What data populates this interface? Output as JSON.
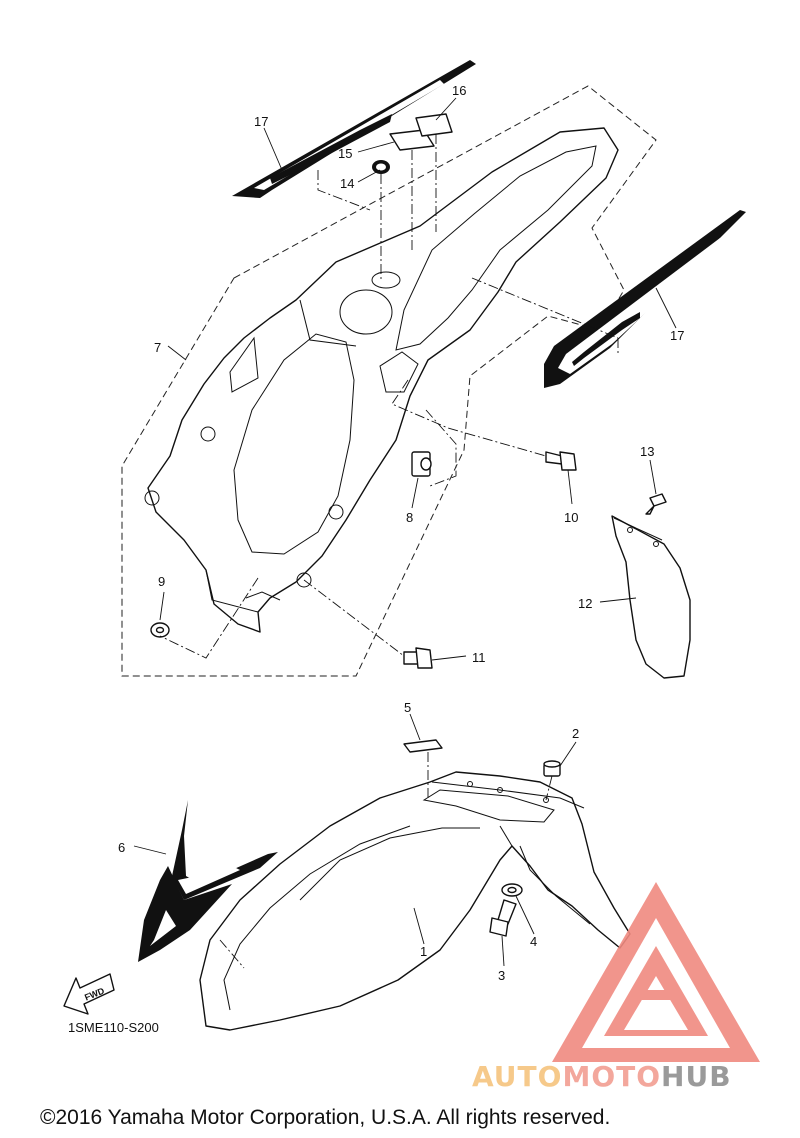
{
  "diagram": {
    "callouts": [
      {
        "id": "c17a",
        "label": "17"
      },
      {
        "id": "c16",
        "label": "16"
      },
      {
        "id": "c15",
        "label": "15"
      },
      {
        "id": "c14",
        "label": "14"
      },
      {
        "id": "c7",
        "label": "7"
      },
      {
        "id": "c17b",
        "label": "17"
      },
      {
        "id": "c13",
        "label": "13"
      },
      {
        "id": "c8",
        "label": "8"
      },
      {
        "id": "c10",
        "label": "10"
      },
      {
        "id": "c9",
        "label": "9"
      },
      {
        "id": "c12",
        "label": "12"
      },
      {
        "id": "c11",
        "label": "11"
      },
      {
        "id": "c5",
        "label": "5"
      },
      {
        "id": "c2",
        "label": "2"
      },
      {
        "id": "c6",
        "label": "6"
      },
      {
        "id": "c1",
        "label": "1"
      },
      {
        "id": "c4",
        "label": "4"
      },
      {
        "id": "c3",
        "label": "3"
      }
    ],
    "fwd_label": "FWD",
    "diagram_code": "1SME110-S200",
    "copyright": "©2016 Yamaha Motor Corporation, U.S.A. All rights reserved."
  },
  "watermark": {
    "part1": "AUTO",
    "part2": "MOTO",
    "part3": "HUB",
    "colors": {
      "auto": "#f6c98a",
      "moto": "#f3a79c",
      "hub": "#9a9a9a",
      "logo": "#f08a80"
    }
  }
}
